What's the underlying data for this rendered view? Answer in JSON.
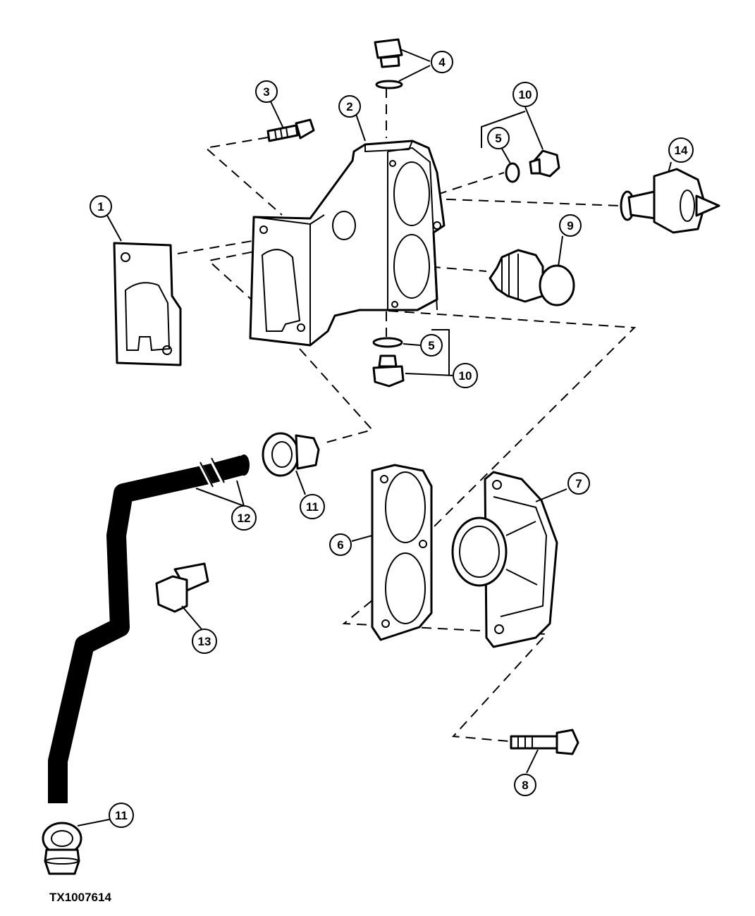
{
  "figure_id": "TX1007614",
  "callouts": {
    "c1": "1",
    "c2": "2",
    "c3": "3",
    "c4": "4",
    "c5a": "5",
    "c5b": "5",
    "c6": "6",
    "c7": "7",
    "c8": "8",
    "c9": "9",
    "c10a": "10",
    "c10b": "10",
    "c11a": "11",
    "c11b": "11",
    "c12": "12",
    "c13": "13",
    "c14": "14"
  }
}
